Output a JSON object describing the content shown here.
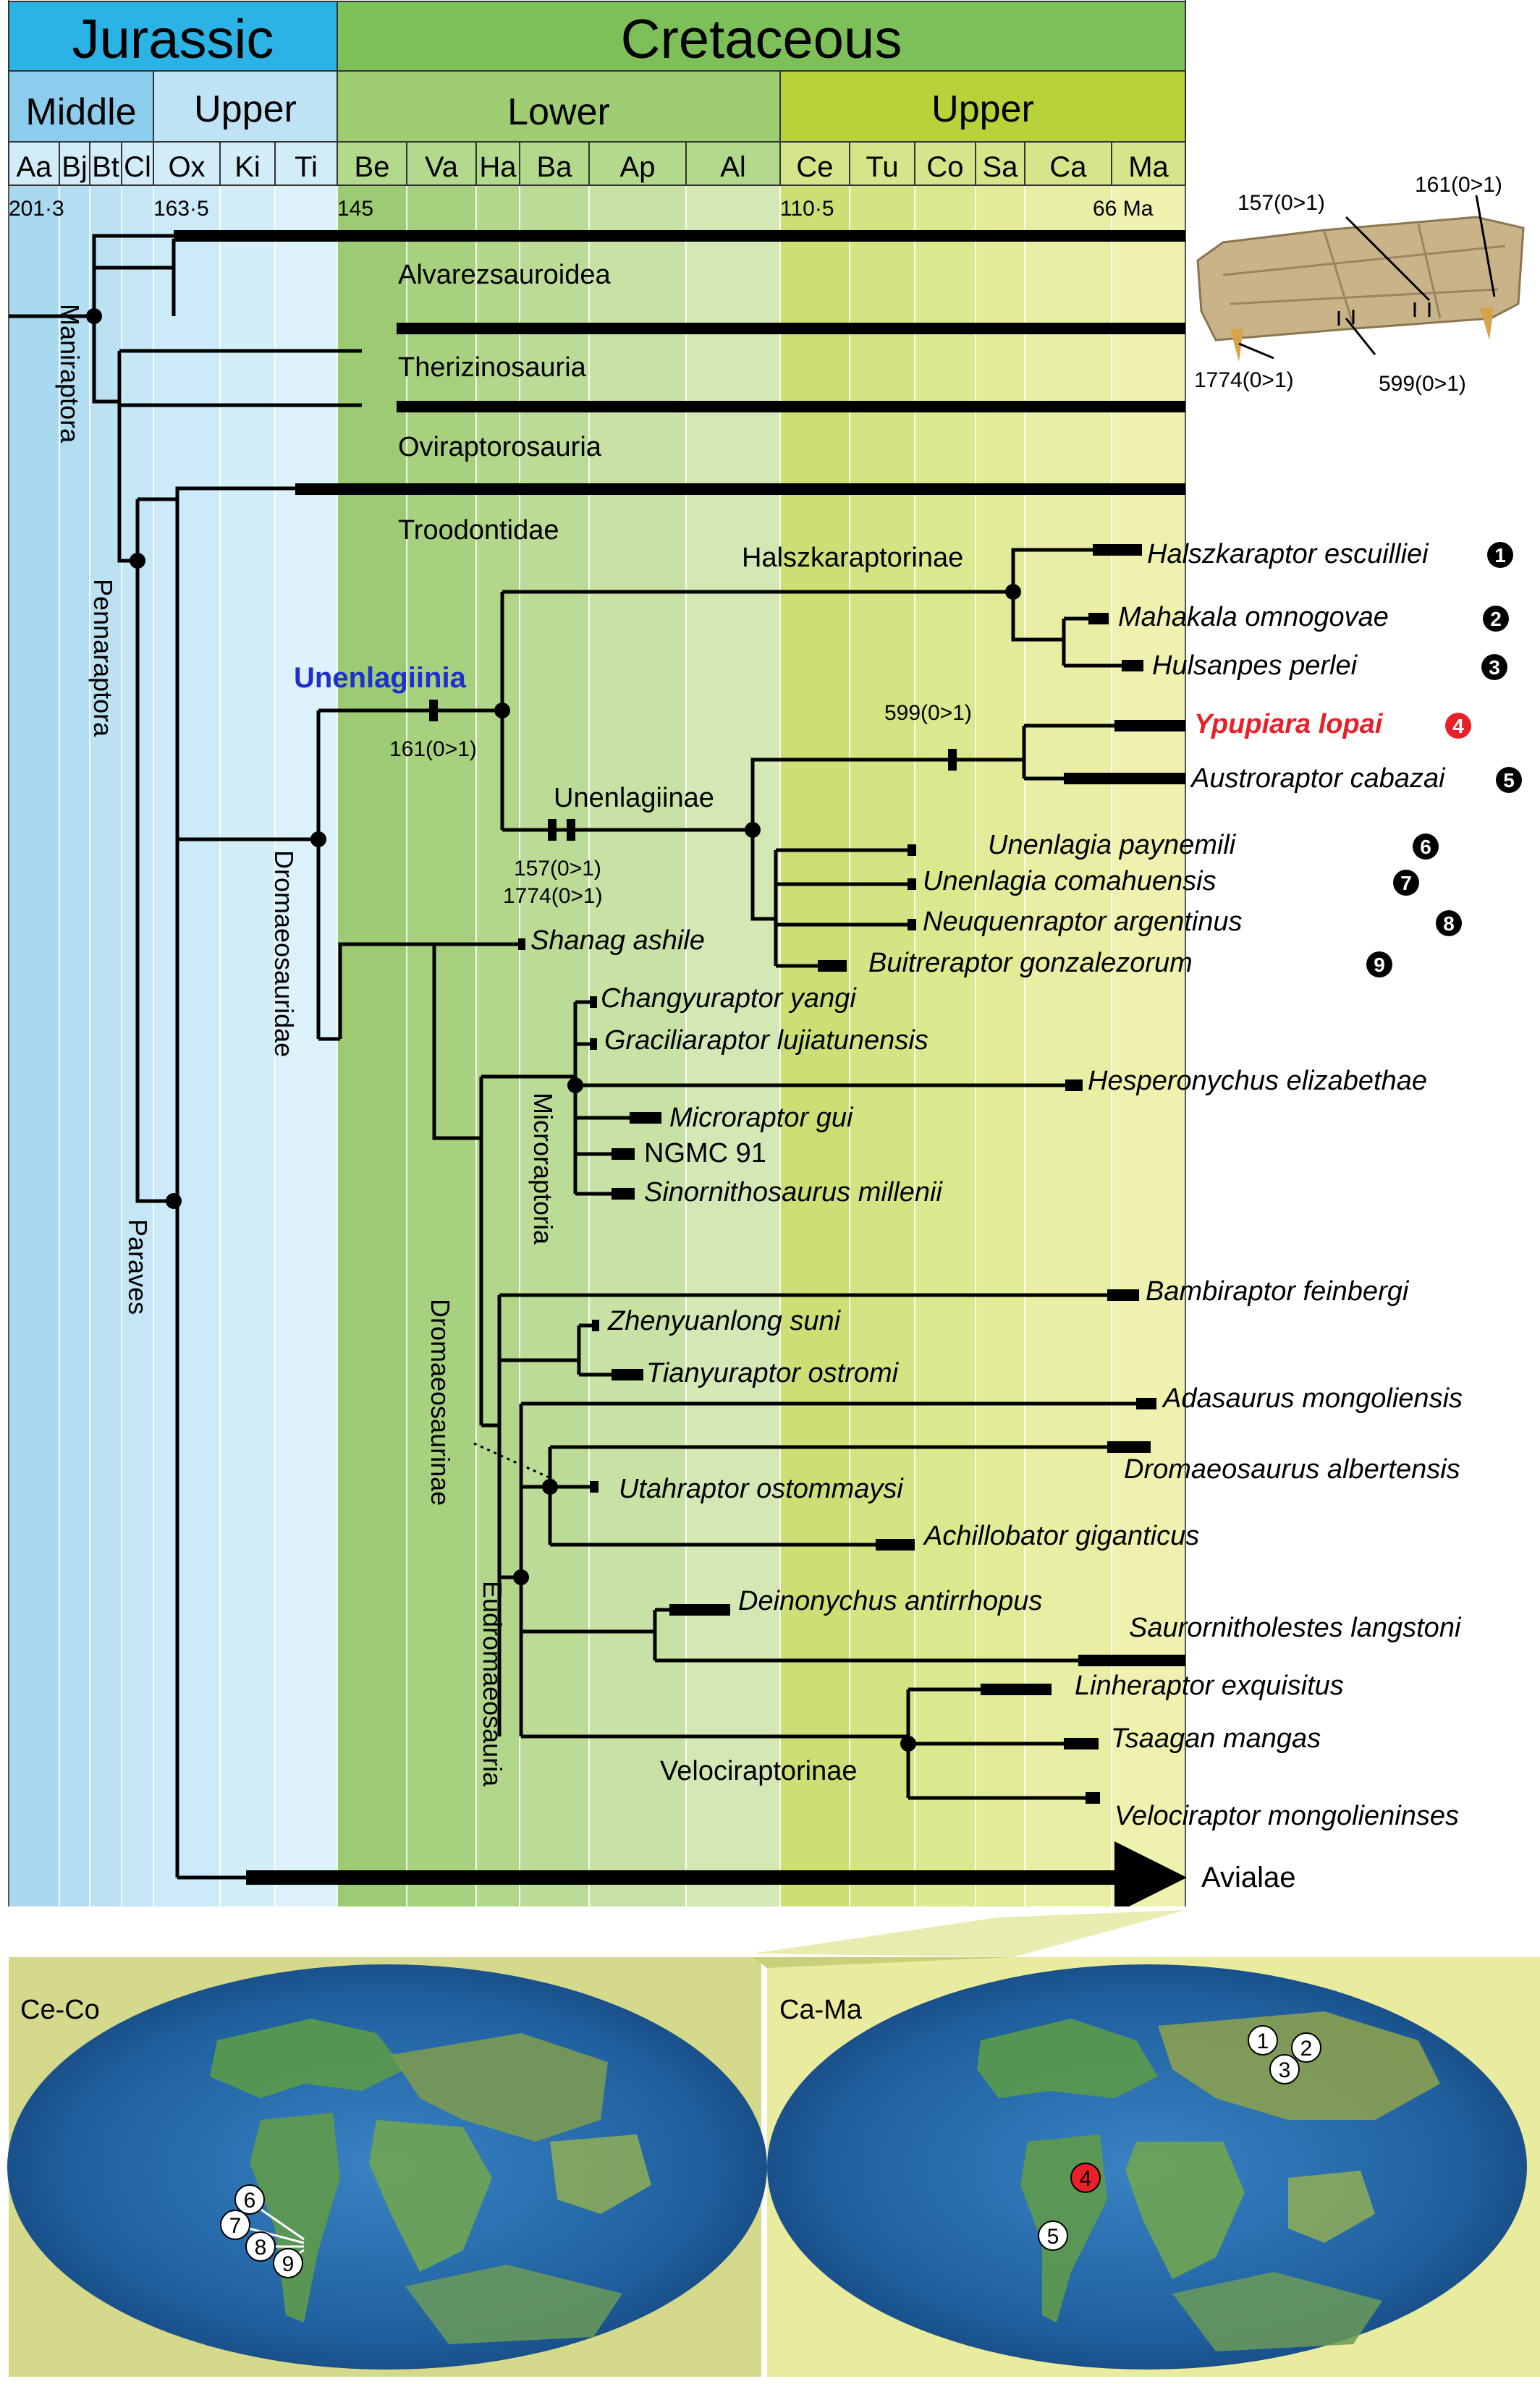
{
  "colors": {
    "jurassic_header": "#2bb3e6",
    "cretaceous_header": "#7dc05a",
    "upper_cretaceous_header": "#b8d23a",
    "tree_line": "#000000",
    "highlight_red": "#e8202a",
    "highlight_blue": "#1f2fd0",
    "map_frame": "#dadc8a"
  },
  "periods": [
    "Jurassic",
    "Cretaceous"
  ],
  "epochs": [
    "Middle",
    "Upper",
    "Lower",
    "Upper"
  ],
  "stages": [
    "Aa",
    "Bj",
    "Bt",
    "Cl",
    "Ox",
    "Ki",
    "Ti",
    "Be",
    "Va",
    "Ha",
    "Ba",
    "Ap",
    "Al",
    "Ce",
    "Tu",
    "Co",
    "Sa",
    "Ca",
    "Ma"
  ],
  "ages": [
    "201·3",
    "163·5",
    "145",
    "110·5",
    "66 Ma"
  ],
  "clades": {
    "maniraptora": "Maniraptora",
    "pennaraptora": "Pennaraptora",
    "paraves": "Paraves",
    "dromaeosauridae": "Dromaeosauridae",
    "dromaeosaurinae": "Dromaeosaurinae",
    "microraptoria": "Microraptoria",
    "eudromaeosauria": "Eudromaeosauria",
    "unenlagiinia": "Unenlagiinia",
    "unenlagiinae": "Unenlagiinae",
    "halszkaraptorinae": "Halszkaraptorinae",
    "velociraptorinae": "Velociraptorinae"
  },
  "groups": {
    "alvarezsauroidea": "Alvarezsauroidea",
    "therizinosauria": "Therizinosauria",
    "oviraptorosauria": "Oviraptorosauria",
    "troodontidae": "Troodontidae",
    "avialae": "Avialae"
  },
  "taxa": {
    "halszkaraptor": "Halszkaraptor escuilliei",
    "mahakala": "Mahakala omnogovae",
    "hulsanpes": "Hulsanpes perlei",
    "ypupiara": "Ypupiara lopai",
    "austroraptor": "Austroraptor cabazai",
    "unenlagia_p": "Unenlagia paynemili",
    "unenlagia_c": "Unenlagia comahuensis",
    "neuquenraptor": "Neuquenraptor argentinus",
    "buitreraptor": "Buitreraptor gonzalezorum",
    "shanag": "Shanag ashile",
    "changyuraptor": "Changyuraptor yangi",
    "graciliraptor": "Graciliaraptor lujiatunensis",
    "hesperonychus": "Hesperonychus elizabethae",
    "microraptor": "Microraptor gui",
    "ngmc": "NGMC 91",
    "sinornithosaurus": "Sinornithosaurus millenii",
    "bambiraptor": "Bambiraptor feinbergi",
    "zhenyuanlong": "Zhenyuanlong suni",
    "tianyuraptor": "Tianyuraptor ostromi",
    "adasaurus": "Adasaurus mongoliensis",
    "dromaeosaurus": "Dromaeosaurus albertensis",
    "utahraptor": "Utahraptor ostommaysi",
    "achillobator": "Achillobator giganticus",
    "deinonychus": "Deinonychus antirrhopus",
    "saurornitholestes": "Saurornitholestes langstoni",
    "linheraptor": "Linheraptor exquisitus",
    "tsaagan": "Tsaagan mangas",
    "velociraptor": "Velociraptor mongolieninses"
  },
  "numbers": [
    "1",
    "2",
    "3",
    "4",
    "5",
    "6",
    "7",
    "8",
    "9"
  ],
  "characters": {
    "c161": "161(0>1)",
    "c157_1774": [
      "157(0>1)",
      "1774(0>1)"
    ],
    "c599": "599(0>1)",
    "fossil": {
      "c157": "157(0>1)",
      "c161": "161(0>1)",
      "c1774": "1774(0>1)",
      "c599": "599(0>1)"
    }
  },
  "maps": {
    "left": "Ce-Co",
    "right": "Ca-Ma"
  }
}
